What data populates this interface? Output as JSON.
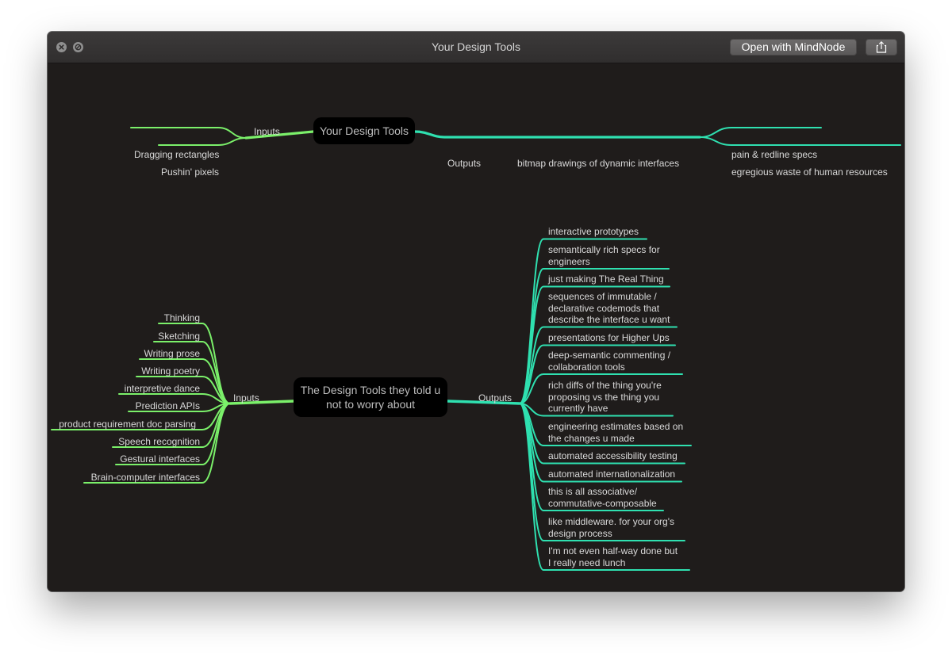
{
  "window": {
    "title": "Your Design Tools",
    "open_button_label": "Open with MindNode",
    "share_icon": "share-icon",
    "close_icon": "close-icon",
    "minimize_icon": "minimize-icon"
  },
  "colors": {
    "canvas_bg": "#1f1c1b",
    "input_branch": "#7bf06a",
    "output_branch": "#2fe0b0",
    "text": "#d9d9d9",
    "node_fill": "#000000"
  },
  "maps": {
    "top": {
      "central": "Your Design Tools",
      "inputs_label": "Inputs",
      "inputs": [
        "Dragging rectangles",
        "Pushin' pixels"
      ],
      "outputs_label": "Outputs",
      "output_node": "bitmap drawings of dynamic interfaces",
      "output_children": [
        "pain & redline specs",
        "egregious waste of human resources"
      ]
    },
    "bottom": {
      "central_line1": "The Design Tools they told u",
      "central_line2": "not to worry about",
      "inputs_label": "Inputs",
      "inputs": [
        "Thinking",
        "Sketching",
        "Writing prose",
        "Writing poetry",
        "interpretive dance",
        "Prediction APIs",
        "product requirement doc parsing",
        "Speech recognition",
        "Gestural interfaces",
        "Brain-computer interfaces"
      ],
      "outputs_label": "Outputs",
      "outputs": [
        [
          "interactive prototypes"
        ],
        [
          "semantically rich specs for",
          "engineers"
        ],
        [
          "just making The Real Thing"
        ],
        [
          "sequences of immutable /",
          "declarative codemods that",
          "describe the interface u want"
        ],
        [
          "presentations for Higher Ups"
        ],
        [
          "deep-semantic commenting /",
          "collaboration tools"
        ],
        [
          "rich diffs of the thing you're",
          "proposing vs the thing you",
          "currently have"
        ],
        [
          "engineering estimates based on",
          "the changes u made"
        ],
        [
          "automated accessibility testing"
        ],
        [
          "automated internationalization"
        ],
        [
          "this is all associative/",
          "commutative-composable"
        ],
        [
          "like middleware. for your org's",
          "design process"
        ],
        [
          "I'm not even half-way done but",
          "I really need lunch"
        ]
      ]
    }
  }
}
